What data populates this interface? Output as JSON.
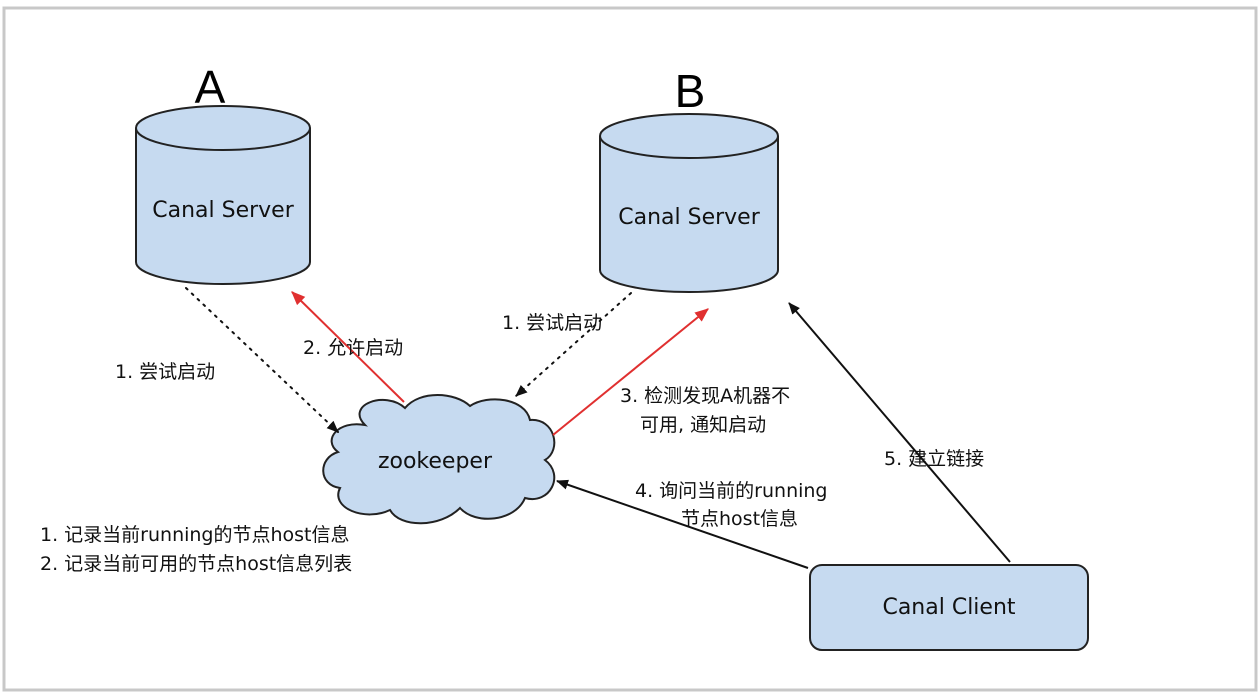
{
  "colors": {
    "frame": "#c8c8c8",
    "node_fill": "#c6daf0",
    "node_stroke": "#222222",
    "red_arrow": "#e03030",
    "black_arrow": "#111111"
  },
  "server_a": {
    "letter": "A",
    "label": "Canal Server"
  },
  "server_b": {
    "letter": "B",
    "label": "Canal Server"
  },
  "zookeeper": {
    "label": "zookeeper",
    "notes": [
      "1. 记录当前running的节点host信息",
      "2. 记录当前可用的节点host信息列表"
    ]
  },
  "client": {
    "label": "Canal Client"
  },
  "edges": {
    "a_try_start": "1. 尝试启动",
    "a_allow_start": "2. 允许启动",
    "b_try_start": "1. 尝试启动",
    "detect_notify": [
      "3. 检测发现A机器不",
      "可用, 通知启动"
    ],
    "query_running": [
      "4. 询问当前的running",
      "节点host信息"
    ],
    "connect": "5. 建立链接"
  }
}
